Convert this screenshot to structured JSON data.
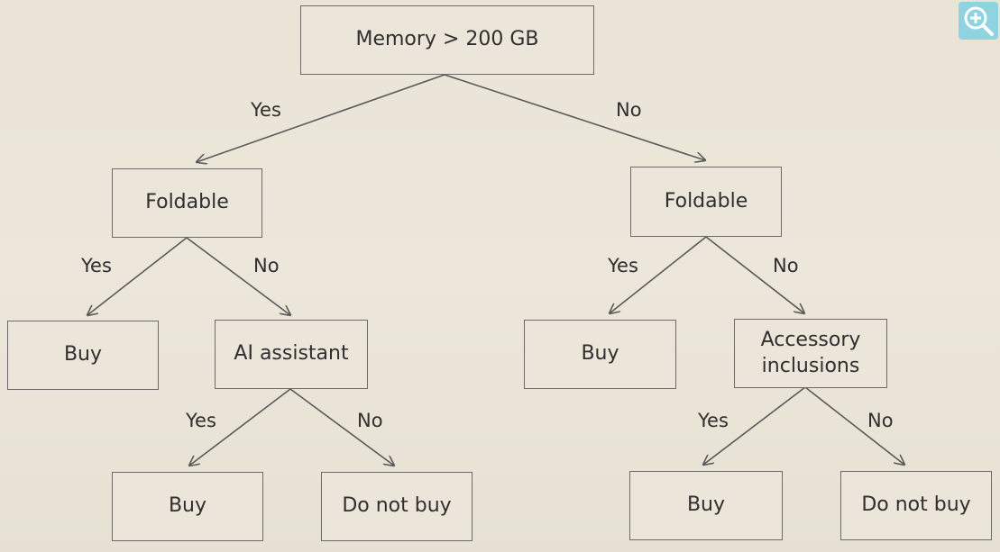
{
  "nodes": {
    "root": "Memory > 200 GB",
    "left_foldable": "Foldable",
    "right_foldable": "Foldable",
    "left_buy": "Buy",
    "ai_assistant": "AI assistant",
    "right_buy": "Buy",
    "accessory_inclusions": "Accessory\ninclusions",
    "ai_yes_buy": "Buy",
    "ai_no_do_not_buy": "Do not buy",
    "acc_yes_buy": "Buy",
    "acc_no_do_not_buy": "Do not buy"
  },
  "edge_labels": {
    "root_yes": "Yes",
    "root_no": "No",
    "lf_yes": "Yes",
    "lf_no": "No",
    "rf_yes": "Yes",
    "rf_no": "No",
    "ai_yes": "Yes",
    "ai_no": "No",
    "acc_yes": "Yes",
    "acc_no": "No"
  },
  "icons": {
    "zoom": "zoom-in-icon"
  },
  "colors": {
    "line": "#5a5a5a",
    "zoom_button": "#8fd3e0"
  }
}
